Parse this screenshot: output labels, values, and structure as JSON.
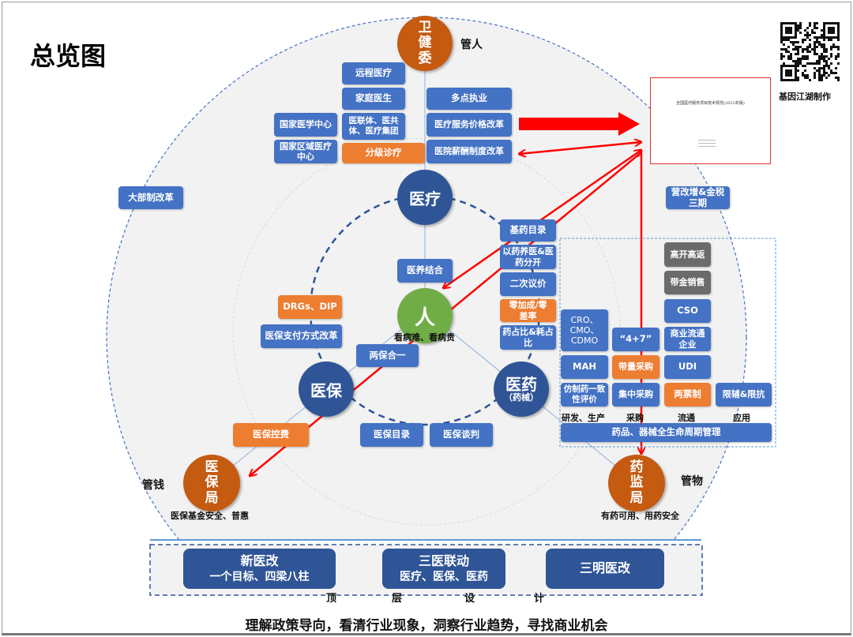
{
  "title": "总览图",
  "credit": "基因江湖制作",
  "doc_thumb": {
    "title": "全国医疗服务项目技术规范(2023年版)"
  },
  "nodes": {
    "ren": "人",
    "ren_sub": "看病难、看病贵",
    "yiliao": "医疗",
    "yibao": "医保",
    "yiyao": "医药",
    "yiyao_sub": "（药械）"
  },
  "agencies": {
    "wjw": {
      "chars": [
        "卫",
        "健",
        "委"
      ],
      "role": "管人"
    },
    "ybj": {
      "chars": [
        "医",
        "保",
        "局"
      ],
      "role": "管钱",
      "goal": "医保基金安全、普惠"
    },
    "yjj": {
      "chars": [
        "药",
        "监",
        "局"
      ],
      "role": "管物",
      "goal": "有药可用、用药安全"
    }
  },
  "medical": [
    "远程医疗",
    "家庭医生",
    "医联体、医共体、医疗集团",
    "分级诊疗",
    "国家医学中心",
    "国家区域医疗中心",
    "多点执业",
    "医疗服务价格改革",
    "医院薪酬制度改革",
    "医养结合"
  ],
  "side": {
    "left": "大部制改革",
    "right": "营改增&金税三期"
  },
  "drug_policy": [
    "基药目录",
    "以药养医&医药分开",
    "二次议价",
    "零加成/零差率",
    "药占比&耗占比"
  ],
  "insurance": [
    "DRGs、DIP",
    "医保支付方式改革",
    "两保合一",
    "医保控费",
    "医保目录",
    "医保谈判"
  ],
  "lifecycle": {
    "rd": [
      "CRO、CMO、CDMO",
      "MAH",
      "仿制药一致性评价"
    ],
    "procure": [
      "“4+7”",
      "带量采购",
      "集中采购"
    ],
    "circulation": [
      "高开高返",
      "带金销售",
      "CSO",
      "商业流通企业",
      "UDI",
      "两票制"
    ],
    "application": [
      "限辅&限抗"
    ],
    "stage_labels": [
      "研发、生产",
      "采购",
      "流通",
      "应用"
    ],
    "footer": "药品、器械全生命周期管理"
  },
  "top_design": {
    "boxes": [
      {
        "title": "新医改",
        "sub": "一个目标、四梁八柱"
      },
      {
        "title": "三医联动",
        "sub": "医疗、医保、医药"
      },
      {
        "title": "三明医改",
        "sub": ""
      }
    ],
    "label_chars": [
      "顶",
      "层",
      "设",
      "计"
    ]
  },
  "slogan": "理解政策导向，看清行业现象，洞察行业趋势，寻找商业机会",
  "colors": {
    "box": "#4472c4",
    "highlight": "#ed7d31",
    "gray": "#6b6b6b",
    "node": "#2f5597",
    "agency": "#c55a11",
    "person": "#70ad47",
    "arrow": "#ff0000"
  }
}
